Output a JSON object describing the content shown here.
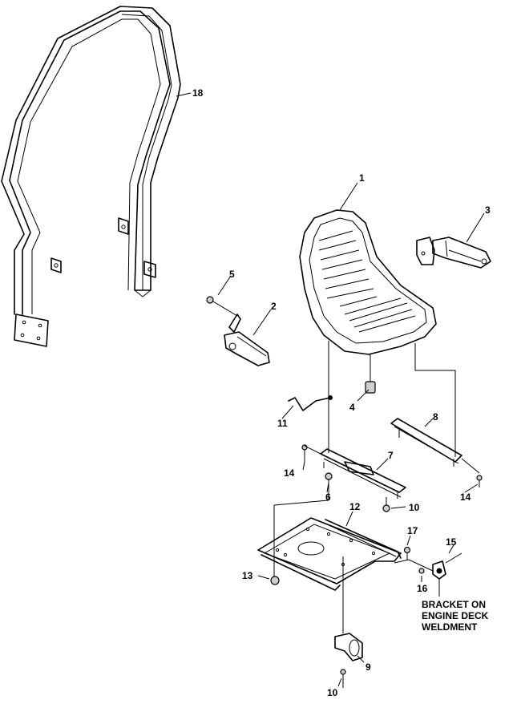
{
  "callouts": {
    "c1": "1",
    "c2": "2",
    "c3": "3",
    "c4": "4",
    "c5": "5",
    "c6": "6",
    "c7": "7",
    "c8": "8",
    "c9": "9",
    "c10a": "10",
    "c10b": "10",
    "c11": "11",
    "c12": "12",
    "c13": "13",
    "c14a": "14",
    "c14b": "14",
    "c15": "15",
    "c16": "16",
    "c17": "17",
    "c18": "18"
  },
  "note": {
    "line1": "BRACKET ON",
    "line2": "ENGINE DECK",
    "line3": "WELDMENT"
  }
}
